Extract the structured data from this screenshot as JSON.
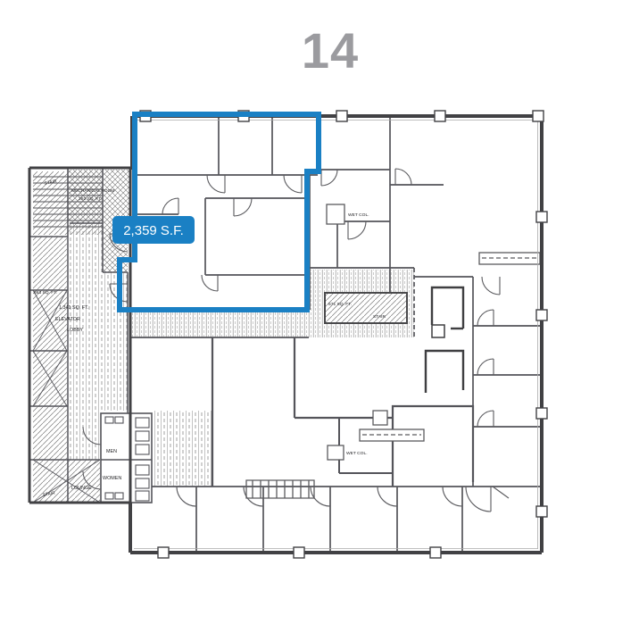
{
  "header": {
    "floor_number": "14",
    "title_color": "#9b9b9f"
  },
  "suite": {
    "area_label": "2,359 S.F.",
    "accent_color": "#1a80c4",
    "label_text_color": "#ffffff"
  },
  "plan": {
    "labels": {
      "stair_top": "STAIR",
      "mechanical_room_line1": "MECHANICAL ROOM",
      "mechanical_room_line2": "292 SQ. FT.",
      "shaft_area_sqft": "863 SQ. FT.",
      "elevator_lobby_sqft": "1,341 SQ. FT.",
      "elevator_lobby_line2": "ELEVATOR",
      "elevator_lobby_line3": "LOBBY",
      "men": "MEN",
      "women": "WOMEN",
      "lounge": "LOUNGE",
      "stair_bottom": "STAIR",
      "stair_center_sqft": "571 SQ. FT.",
      "stair_center": "STAIR",
      "wet_col_top": "WET COL.",
      "wet_col_bottom": "WET COL."
    },
    "colors": {
      "exterior_wall": "#414144",
      "interior_wall": "#54545a",
      "hatch": "#777777",
      "accent": "#1a80c4"
    }
  }
}
